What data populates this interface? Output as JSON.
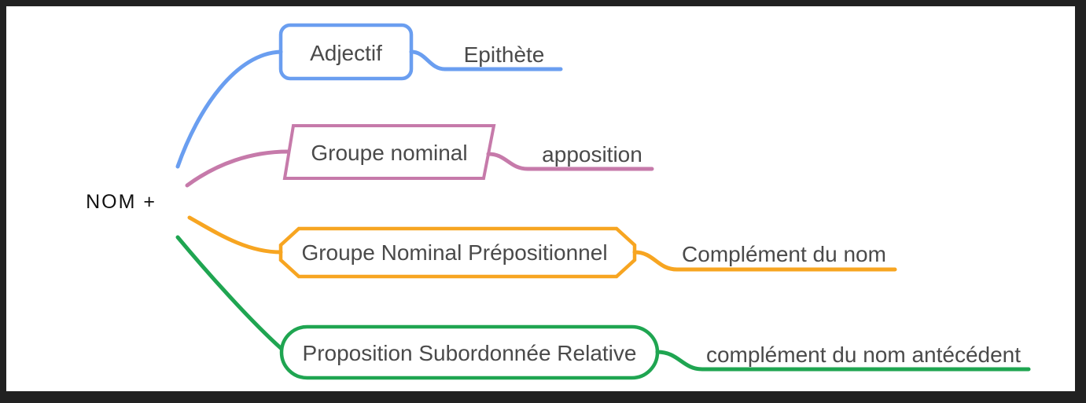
{
  "canvas": {
    "background": "#ffffff",
    "frame_color": "#212121"
  },
  "text_color": "#4a4a4a",
  "root": {
    "label": "NOM +",
    "color": "#111111"
  },
  "branches": [
    {
      "node_label": "Adjectif",
      "node_shape": "rounded-rectangle",
      "edge_label": "Epithète",
      "color": "#6A9EF0"
    },
    {
      "node_label": "Groupe nominal",
      "node_shape": "parallelogram",
      "edge_label": "apposition",
      "color": "#C67AAA"
    },
    {
      "node_label": "Groupe Nominal Prépositionnel",
      "node_shape": "octagon",
      "edge_label": "Complément du nom",
      "color": "#F7A521"
    },
    {
      "node_label": "Proposition Subordonnée Relative",
      "node_shape": "stadium",
      "edge_label": "complément du nom antécédent",
      "color": "#1FA551"
    }
  ]
}
